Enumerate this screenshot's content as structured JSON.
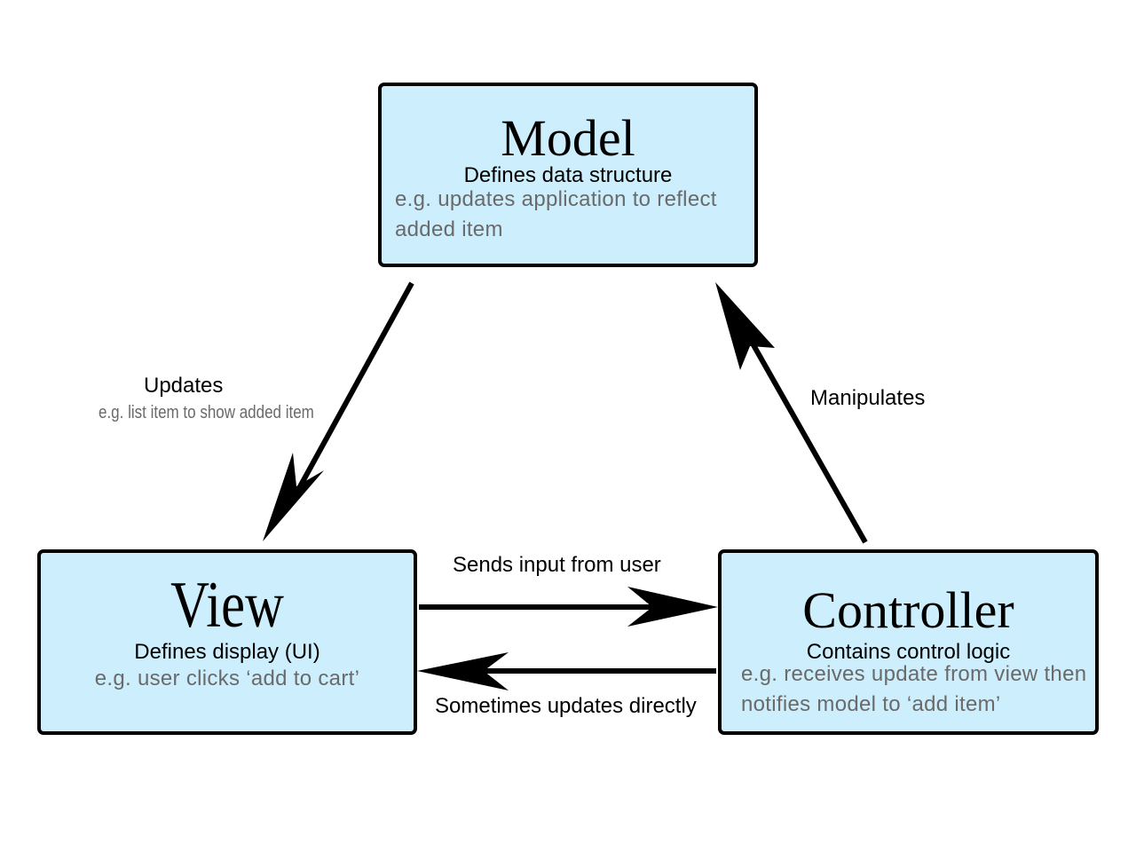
{
  "model": {
    "title": "Model",
    "subtitle": "Defines data structure",
    "example": "e.g. updates application to reflect added item"
  },
  "view": {
    "title": "View",
    "subtitle": "Defines display (UI)",
    "example": "e.g. user clicks ‘add to cart’"
  },
  "controller": {
    "title": "Controller",
    "subtitle": "Contains control logic",
    "example": "e.g. receives update from view then notifies model to ‘add item’"
  },
  "edges": {
    "updates": {
      "label": "Updates",
      "example": "e.g. list item to show added item"
    },
    "manipulates": {
      "label": "Manipulates"
    },
    "sends_input": {
      "label": "Sends input from user"
    },
    "sometimes_updates": {
      "label": "Sometimes updates directly"
    }
  },
  "colors": {
    "box_fill": "#cdeefd",
    "box_border": "#000000",
    "example_text": "#6a6a6a"
  }
}
